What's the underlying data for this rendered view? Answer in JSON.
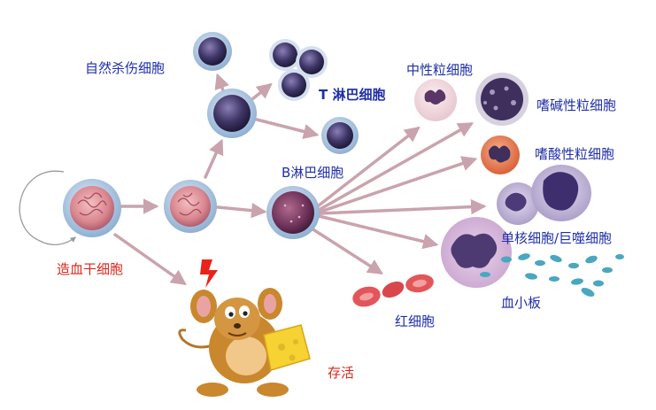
{
  "labels": {
    "nk": "自然杀伤细胞",
    "t_cell": "T 淋巴细胞",
    "b_cell": "B淋巴细胞",
    "neutrophil": "中性粒细胞",
    "basophil": "嗜碱性粒细胞",
    "eosinophil": "嗜酸性粒细胞",
    "monocyte": "单核细胞/巨噬细胞",
    "platelet": "血小板",
    "rbc": "红细胞",
    "stem": "造血干细胞",
    "survive": "存活"
  },
  "colors": {
    "arrow": "#c9a3ad",
    "label_blue": "#1f2fa6",
    "label_red": "#d8281c",
    "lymph_nucleus": "#3e3566",
    "stem_nucleus": "#d9868f",
    "cell_membrane": "#a9c5df",
    "rbc": "#e2565a",
    "platelet": "#4aa7bf",
    "mouse": "#c9872e",
    "cheese": "#f6d233"
  },
  "icons": {
    "lightning": "lightning-icon",
    "mouse": "cartoon-mouse-icon",
    "cheese": "cheese-icon"
  }
}
